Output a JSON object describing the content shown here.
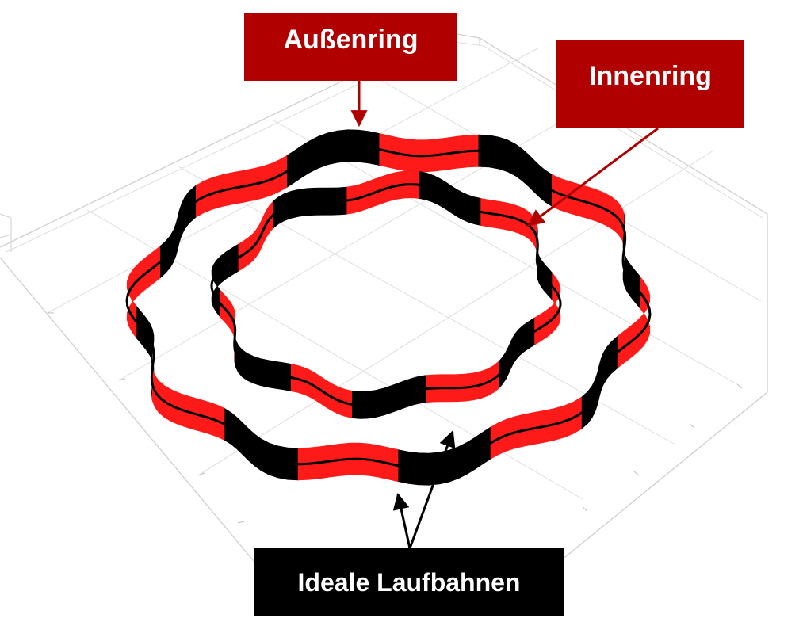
{
  "colors": {
    "accent_red": "#b00000",
    "stripe_red": "#ff1a1a",
    "stripe_black": "#000000",
    "grid": "#d6d6d6",
    "label_text": "#ffffff",
    "ideal_box": "#000000"
  },
  "labels": {
    "outer_ring": "Außenring",
    "inner_ring": "Innenring",
    "ideal_raceways": "Ideale Laufbahnen"
  },
  "rings": {
    "outer": {
      "segments": 16,
      "lobes": 10,
      "waviness": 0.045
    },
    "inner": {
      "segments": 14,
      "lobes": 8,
      "waviness": 0.06
    }
  }
}
